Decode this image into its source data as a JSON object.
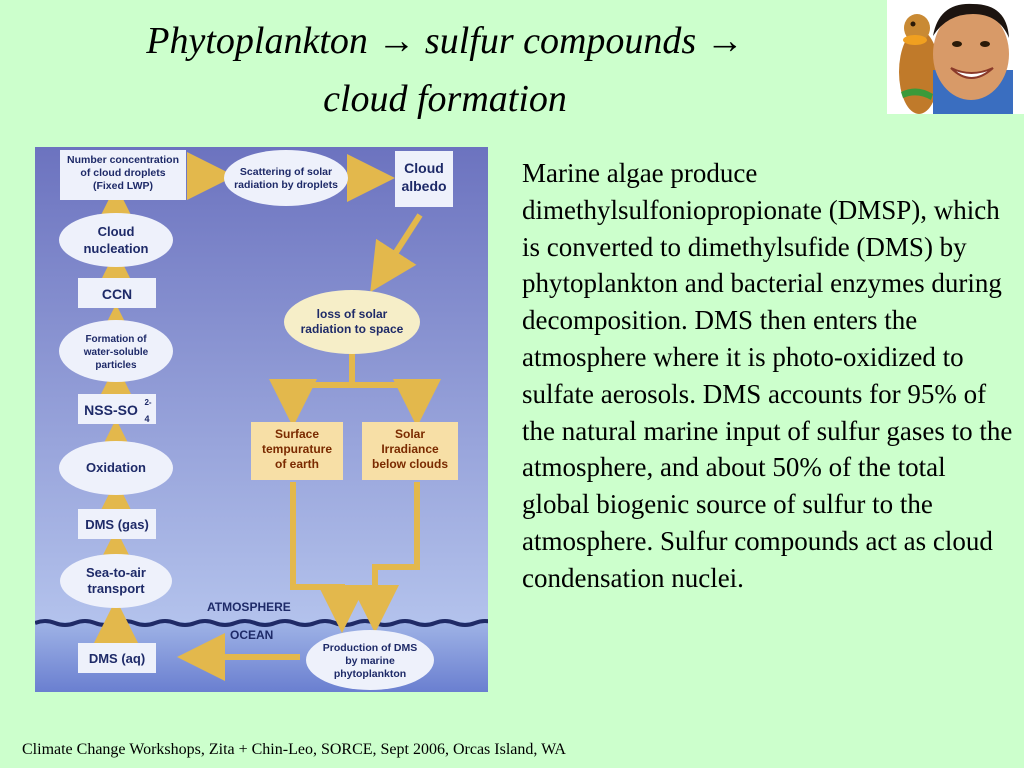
{
  "slide": {
    "title_line1": "Phytoplankton → sulfur compounds →",
    "title_line2": "cloud formation",
    "body": "Marine algae produce dimethylsulfoniopropionate (DMSP), which is converted to dimethylsufide (DMS) by phytoplankton and bacterial enzymes during decomposition. DMS then enters the atmosphere where it is photo-oxidized to sulfate aerosols. DMS accounts for 95% of the natural marine input of sulfur gases to the atmosphere, and about 50% of the total global biogenic source of sulfur to the atmosphere. Sulfur compounds act as cloud condensation nuclei.",
    "footer": "Climate Change Workshops, Zita + Chin-Leo, SORCE, Sept 2006, Orcas Island, WA"
  },
  "diagram": {
    "number_concentration": [
      "Number concentration",
      "of cloud droplets",
      "(Fixed LWP)"
    ],
    "scattering": [
      "Scattering of solar",
      "radiation by droplets"
    ],
    "cloud_albedo": [
      "Cloud",
      "albedo"
    ],
    "cloud_nucleation": [
      "Cloud",
      "nucleation"
    ],
    "ccn": "CCN",
    "loss_of_solar": [
      "loss of solar",
      "radiation to space"
    ],
    "formation": [
      "Formation of",
      "water-soluble",
      "particles"
    ],
    "nss_so4": "NSS-SO",
    "nss_sup": "2-",
    "nss_sub": "4",
    "surface_temp": [
      "Surface",
      "tempurature",
      "of earth"
    ],
    "solar_irradiance": [
      "Solar",
      "Irradiance",
      "below clouds"
    ],
    "oxidation": "Oxidation",
    "dms_gas": "DMS (gas)",
    "sea_to_air": [
      "Sea-to-air",
      "transport"
    ],
    "atmosphere": "ATMOSPHERE",
    "ocean": "OCEAN",
    "dms_aq": "DMS (aq)",
    "production": [
      "Production of DMS",
      "by marine",
      "phytoplankton"
    ]
  },
  "colors": {
    "background": "#ccffcc",
    "diagram_top": "#6c73bf",
    "diagram_bottom": "#aebbe9",
    "arrow": "#e3b84c",
    "node_fill": "#eef1fb",
    "orange_box": "#f7dfa6"
  }
}
